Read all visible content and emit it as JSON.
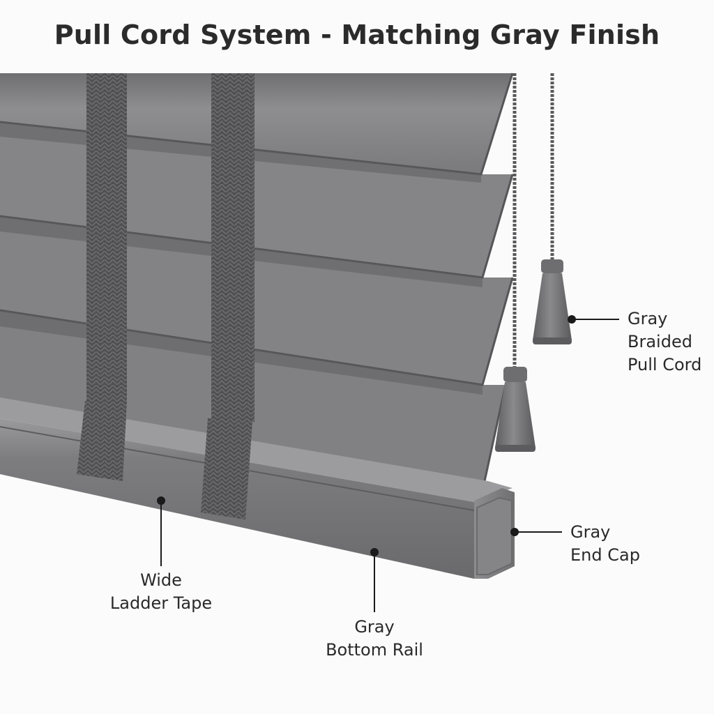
{
  "title": "Pull Cord System - Matching Gray Finish",
  "colors": {
    "slat": "#8a8a8c",
    "slat_dark": "#6a6a6c",
    "tape": "#4e4e50",
    "rail": "#7c7c7e",
    "cord": "#5a5a5c",
    "leader": "#1a1a1a",
    "background": "#fbfbfb"
  },
  "labels": {
    "pull_cord": [
      "Gray",
      "Braided",
      "Pull Cord"
    ],
    "end_cap": [
      "Gray",
      "End Cap"
    ],
    "ladder_tape": [
      "Wide",
      "Ladder Tape"
    ],
    "bottom_rail": [
      "Gray",
      "Bottom Rail"
    ]
  }
}
